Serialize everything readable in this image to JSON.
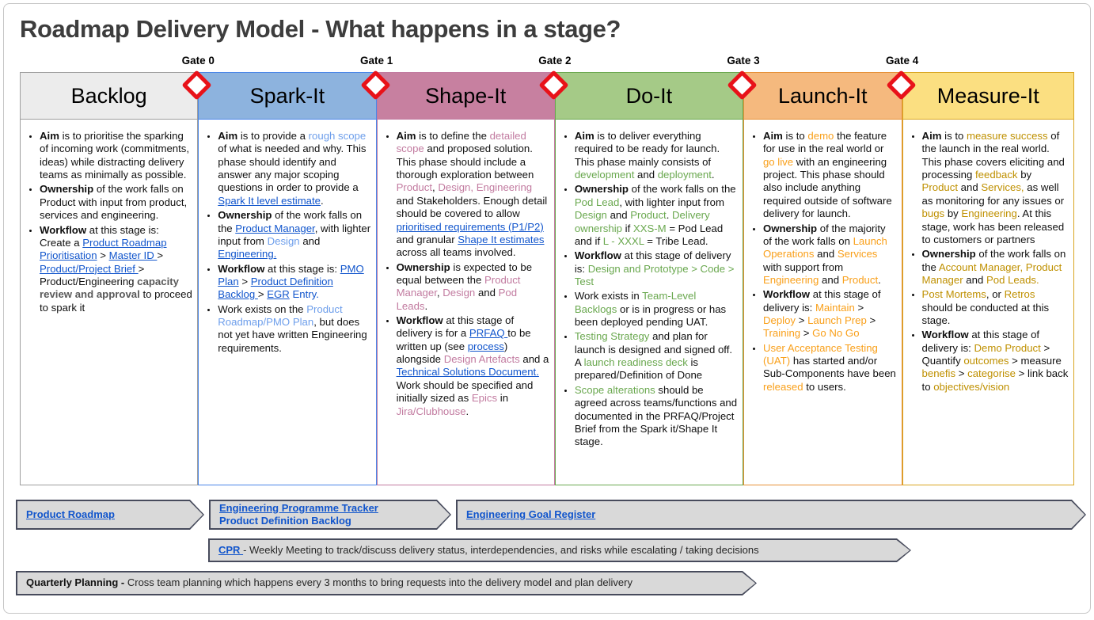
{
  "title": "Roadmap Delivery Model - What happens in a stage?",
  "gates": [
    "Gate 0",
    "Gate 1",
    "Gate 2",
    "Gate 3",
    "Gate 4"
  ],
  "colors": {
    "link": "#1155cc",
    "diamond_border": "#e81219",
    "banner_fill": "#d9d9d9",
    "banner_border": "#474b5c",
    "title_text": "#3d3d3d"
  },
  "columns": [
    {
      "name": "Backlog",
      "header_bg": "#ececec",
      "border": "#9e9e9e",
      "accent": "#1155cc",
      "bullets": [
        [
          {
            "t": "Aim",
            "s": "bold"
          },
          {
            "t": " is to prioritise the sparking of incoming work (commitments, ideas) while distracting delivery teams as minimally as possible."
          }
        ],
        [
          {
            "t": "Ownership",
            "s": "bold"
          },
          {
            "t": " of the work falls on Product with input from product, services and engineering."
          }
        ],
        [
          {
            "t": "Workflow",
            "s": "bold"
          },
          {
            "t": " at this stage is: Create a "
          },
          {
            "t": "Product Roadmap Prioritisation",
            "s": "link"
          },
          {
            "t": " > "
          },
          {
            "t": "Master ID ",
            "s": "link"
          },
          {
            "t": "> "
          },
          {
            "t": "Product/Project Brief ",
            "s": "link"
          },
          {
            "t": " > Product/Engineering "
          },
          {
            "t": "capacity review and approval",
            "s": "boldmuted"
          },
          {
            "t": " to proceed to spark it"
          }
        ]
      ]
    },
    {
      "name": "Spark-It",
      "header_bg": "#8db3de",
      "border": "#4a86e8",
      "accent": "#6d9eeb",
      "bullets": [
        [
          {
            "t": "Aim",
            "s": "bold"
          },
          {
            "t": " is to provide a "
          },
          {
            "t": "rough scope",
            "s": "accent"
          },
          {
            "t": " of what is needed and why. This phase should identify and answer any major scoping questions in order to provide a "
          },
          {
            "t": "Spark It level estimate",
            "s": "link"
          },
          {
            "t": "."
          }
        ],
        [
          {
            "t": "Ownership",
            "s": "bold"
          },
          {
            "t": " of the work falls on the "
          },
          {
            "t": "Product Manager",
            "s": "link"
          },
          {
            "t": ", with lighter input from "
          },
          {
            "t": "Design",
            "s": "accent"
          },
          {
            "t": " and "
          },
          {
            "t": "Engineering.",
            "s": "link"
          }
        ],
        [
          {
            "t": "Workflow",
            "s": "bold"
          },
          {
            "t": " at this stage is: "
          },
          {
            "t": "PMO Plan",
            "s": "link"
          },
          {
            "t": " > "
          },
          {
            "t": "Product Definition Backlog ",
            "s": "link"
          },
          {
            "t": "> "
          },
          {
            "t": "EGR",
            "s": "link"
          },
          {
            "t": " "
          },
          {
            "t": "Entry.",
            "s": "blue"
          }
        ],
        [
          {
            "t": "Work exists on the "
          },
          {
            "t": "Product Roadmap/PMO Plan",
            "s": "accent"
          },
          {
            "t": ", but does not yet have written Engineering requirements."
          }
        ]
      ]
    },
    {
      "name": "Shape-It",
      "header_bg": "#c780a0",
      "border": "#c27ba0",
      "accent": "#c27ba0",
      "bullets": [
        [
          {
            "t": "Aim",
            "s": "bold"
          },
          {
            "t": " is to define the "
          },
          {
            "t": "detailed scope",
            "s": "accent"
          },
          {
            "t": " and proposed solution. This phase should include a thorough exploration between "
          },
          {
            "t": "Product",
            "s": "accent"
          },
          {
            "t": ", "
          },
          {
            "t": "Design, Engineering",
            "s": "accent"
          },
          {
            "t": " and Stakeholders. Enough detail should be covered to allow "
          },
          {
            "t": "prioritised requirements (P1/P2)",
            "s": "link"
          },
          {
            "t": " and granular "
          },
          {
            "t": "Shape It estimates ",
            "s": "link"
          },
          {
            "t": "across all teams involved."
          }
        ],
        [
          {
            "t": "Ownership",
            "s": "bold"
          },
          {
            "t": " is expected to be equal between the "
          },
          {
            "t": "Product Manager",
            "s": "accent"
          },
          {
            "t": ", "
          },
          {
            "t": "Design",
            "s": "accent"
          },
          {
            "t": " and "
          },
          {
            "t": "Pod Leads",
            "s": "accent"
          },
          {
            "t": "."
          }
        ],
        [
          {
            "t": "Workflow",
            "s": "bold"
          },
          {
            "t": " at this stage of delivery is for a "
          },
          {
            "t": "PRFAQ ",
            "s": "link"
          },
          {
            "t": "to be written up (see "
          },
          {
            "t": "process",
            "s": "link"
          },
          {
            "t": ") alongside "
          },
          {
            "t": "Design Artefacts",
            "s": "accent"
          },
          {
            "t": " and a "
          },
          {
            "t": "Technical Solutions Document.",
            "s": "link"
          },
          {
            "t": " Work should be specified and initially sized as "
          },
          {
            "t": "Epics",
            "s": "accent"
          },
          {
            "t": " in "
          },
          {
            "t": "Jira/Clubhouse",
            "s": "accent"
          },
          {
            "t": "."
          }
        ]
      ]
    },
    {
      "name": "Do-It",
      "header_bg": "#a5ca87",
      "border": "#6aa84f",
      "accent": "#6aa84f",
      "bullets": [
        [
          {
            "t": "Aim",
            "s": "bold"
          },
          {
            "t": " is to deliver everything required to be ready for launch. This phase mainly consists of "
          },
          {
            "t": "development",
            "s": "accent"
          },
          {
            "t": " and "
          },
          {
            "t": "deployment",
            "s": "accent"
          },
          {
            "t": "."
          }
        ],
        [
          {
            "t": "Ownership",
            "s": "bold"
          },
          {
            "t": " of the work falls on the "
          },
          {
            "t": "Pod Lead",
            "s": "accent"
          },
          {
            "t": ", with lighter input from "
          },
          {
            "t": "Design",
            "s": "accent"
          },
          {
            "t": " and "
          },
          {
            "t": "Product",
            "s": "accent"
          },
          {
            "t": ". "
          },
          {
            "t": "Delivery ownership",
            "s": "accent"
          },
          {
            "t": " if "
          },
          {
            "t": "XXS-M",
            "s": "accent"
          },
          {
            "t": " = Pod Lead and if "
          },
          {
            "t": "L - XXXL",
            "s": "accent"
          },
          {
            "t": " = Tribe Lead."
          }
        ],
        [
          {
            "t": "Workflow",
            "s": "bold"
          },
          {
            "t": " at this stage of delivery is: "
          },
          {
            "t": "Design and Prototype > Code > Test",
            "s": "accent"
          }
        ],
        [
          {
            "t": "Work exists in "
          },
          {
            "t": "Team-Level Backlogs",
            "s": "accent"
          },
          {
            "t": " or is in progress or has been deployed pending UAT."
          }
        ],
        [
          {
            "t": "Testing Strategy",
            "s": "accent"
          },
          {
            "t": " and plan for launch is designed and signed off. A "
          },
          {
            "t": "launch readiness deck",
            "s": "accent"
          },
          {
            "t": " is prepared/Definition of Done"
          }
        ],
        [
          {
            "t": "Scope alterations",
            "s": "accent"
          },
          {
            "t": " should be agreed across teams/functions and documented in the PRFAQ/Project Brief from the Spark it/Shape It stage."
          }
        ]
      ]
    },
    {
      "name": "Launch-It",
      "header_bg": "#f5b97e",
      "border": "#e69138",
      "accent": "#f9a01b",
      "bullets": [
        [
          {
            "t": "Aim",
            "s": "bold"
          },
          {
            "t": " is to "
          },
          {
            "t": "demo",
            "s": "accent"
          },
          {
            "t": " the feature for use in the real world or "
          },
          {
            "t": "go live",
            "s": "accent"
          },
          {
            "t": " with an engineering project. This phase should also include anything required outside of software delivery for launch."
          }
        ],
        [
          {
            "t": "Ownership",
            "s": "bold"
          },
          {
            "t": " of the majority of the work falls on "
          },
          {
            "t": "Launch Operations",
            "s": "accent"
          },
          {
            "t": " and "
          },
          {
            "t": "Services",
            "s": "accent"
          },
          {
            "t": " with support from "
          },
          {
            "t": "Engineering",
            "s": "accent"
          },
          {
            "t": " and "
          },
          {
            "t": "Product",
            "s": "accent"
          },
          {
            "t": "."
          }
        ],
        [
          {
            "t": "Workflow",
            "s": "bold"
          },
          {
            "t": " at this stage of delivery is: "
          },
          {
            "t": "Maintain",
            "s": "accent"
          },
          {
            "t": " > "
          },
          {
            "t": "Deploy",
            "s": "accent"
          },
          {
            "t": " > "
          },
          {
            "t": "Launch Prep",
            "s": "accent"
          },
          {
            "t": " > "
          },
          {
            "t": "Training",
            "s": "accent"
          },
          {
            "t": " > "
          },
          {
            "t": "Go No Go",
            "s": "accent"
          }
        ],
        [
          {
            "t": "User Acceptance Testing (UAT)",
            "s": "accent"
          },
          {
            "t": " has started and/or Sub-Components have been "
          },
          {
            "t": "released",
            "s": "accent"
          },
          {
            "t": " to users."
          }
        ]
      ]
    },
    {
      "name": "Measure-It",
      "header_bg": "#fbdf81",
      "border": "#d9a521",
      "accent": "#bf9000",
      "bullets": [
        [
          {
            "t": "Aim",
            "s": "bold"
          },
          {
            "t": " is to "
          },
          {
            "t": "measure success",
            "s": "accent"
          },
          {
            "t": " of the launch in the real world. This phase covers eliciting and processing "
          },
          {
            "t": "feedback",
            "s": "accent"
          },
          {
            "t": " by "
          },
          {
            "t": "Product",
            "s": "accent"
          },
          {
            "t": " and "
          },
          {
            "t": "Services,",
            "s": "accent"
          },
          {
            "t": " as well as monitoring for any issues or "
          },
          {
            "t": "bugs",
            "s": "accent"
          },
          {
            "t": " by "
          },
          {
            "t": "Engineering",
            "s": "accent"
          },
          {
            "t": ". At this stage, work has been released to customers or partners"
          }
        ],
        [
          {
            "t": "Ownership",
            "s": "bold"
          },
          {
            "t": " of the work falls on the "
          },
          {
            "t": "Account Manager, Product Manager",
            "s": "accent"
          },
          {
            "t": " and "
          },
          {
            "t": "Pod Leads.",
            "s": "accent"
          }
        ],
        [
          {
            "t": "Post Mortems",
            "s": "accent"
          },
          {
            "t": ", or "
          },
          {
            "t": "Retros",
            "s": "accent"
          },
          {
            "t": " should be conducted at this stage."
          }
        ],
        [
          {
            "t": "Workflow",
            "s": "bold"
          },
          {
            "t": " at this stage of delivery is: "
          },
          {
            "t": "Demo Product",
            "s": "accent"
          },
          {
            "t": " > Quantify "
          },
          {
            "t": "outcomes",
            "s": "accent"
          },
          {
            "t": " > measure "
          },
          {
            "t": "benefis",
            "s": "accent"
          },
          {
            "t": " > "
          },
          {
            "t": "categorise",
            "s": "accent"
          },
          {
            "t": " > link back to "
          },
          {
            "t": "objectives/vision",
            "s": "accent"
          }
        ]
      ]
    }
  ],
  "banners": {
    "rows": [
      [
        {
          "name": "product-roadmap-banner",
          "lines": [
            [
              {
                "t": "Product Roadmap",
                "s": "link"
              }
            ]
          ]
        },
        {
          "name": "programme-tracker-banner",
          "lines": [
            [
              {
                "t": "Engineering Programme Tracker",
                "s": "link"
              }
            ],
            [
              {
                "t": "Product Definition Backlog",
                "s": "bluebold"
              }
            ]
          ]
        },
        {
          "name": "goal-register-banner",
          "lines": [
            [
              {
                "t": "Engineering Goal Register",
                "s": "link"
              }
            ]
          ]
        }
      ],
      [
        {
          "name": "cpr-banner",
          "lines": [
            [
              {
                "t": "CPR ",
                "s": "link"
              },
              {
                "t": "- Weekly Meeting to track/discuss delivery status, interdependencies, and risks while escalating / taking decisions"
              }
            ]
          ]
        }
      ],
      [
        {
          "name": "quarterly-planning-banner",
          "lines": [
            [
              {
                "t": "Quarterly Planning - ",
                "s": "bold"
              },
              {
                "t": "Cross team planning which happens every 3 months to bring requests into the delivery model and plan delivery"
              }
            ]
          ]
        }
      ]
    ]
  }
}
